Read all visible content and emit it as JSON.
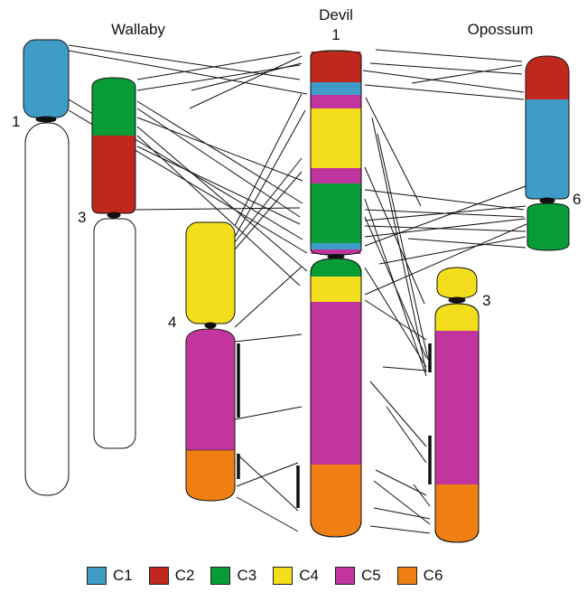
{
  "labels": {
    "wallaby": "Wallaby",
    "devil": "Devil",
    "opossum": "Opossum"
  },
  "chromosome_numbers": {
    "wallaby_1": "1",
    "wallaby_3": "3",
    "wallaby_4": "4",
    "devil_1": "1",
    "opossum_6": "6",
    "opossum_3": "3"
  },
  "colors": {
    "C1": "#3f9cc6",
    "C2": "#c0281e",
    "C3": "#079c35",
    "C4": "#f2de1c",
    "C5": "#c2359f",
    "C6": "#ef7f12"
  },
  "legend": [
    {
      "key": "C1",
      "label": "C1"
    },
    {
      "key": "C2",
      "label": "C2"
    },
    {
      "key": "C3",
      "label": "C3"
    },
    {
      "key": "C4",
      "label": "C4"
    },
    {
      "key": "C5",
      "label": "C5"
    },
    {
      "key": "C6",
      "label": "C6"
    }
  ]
}
